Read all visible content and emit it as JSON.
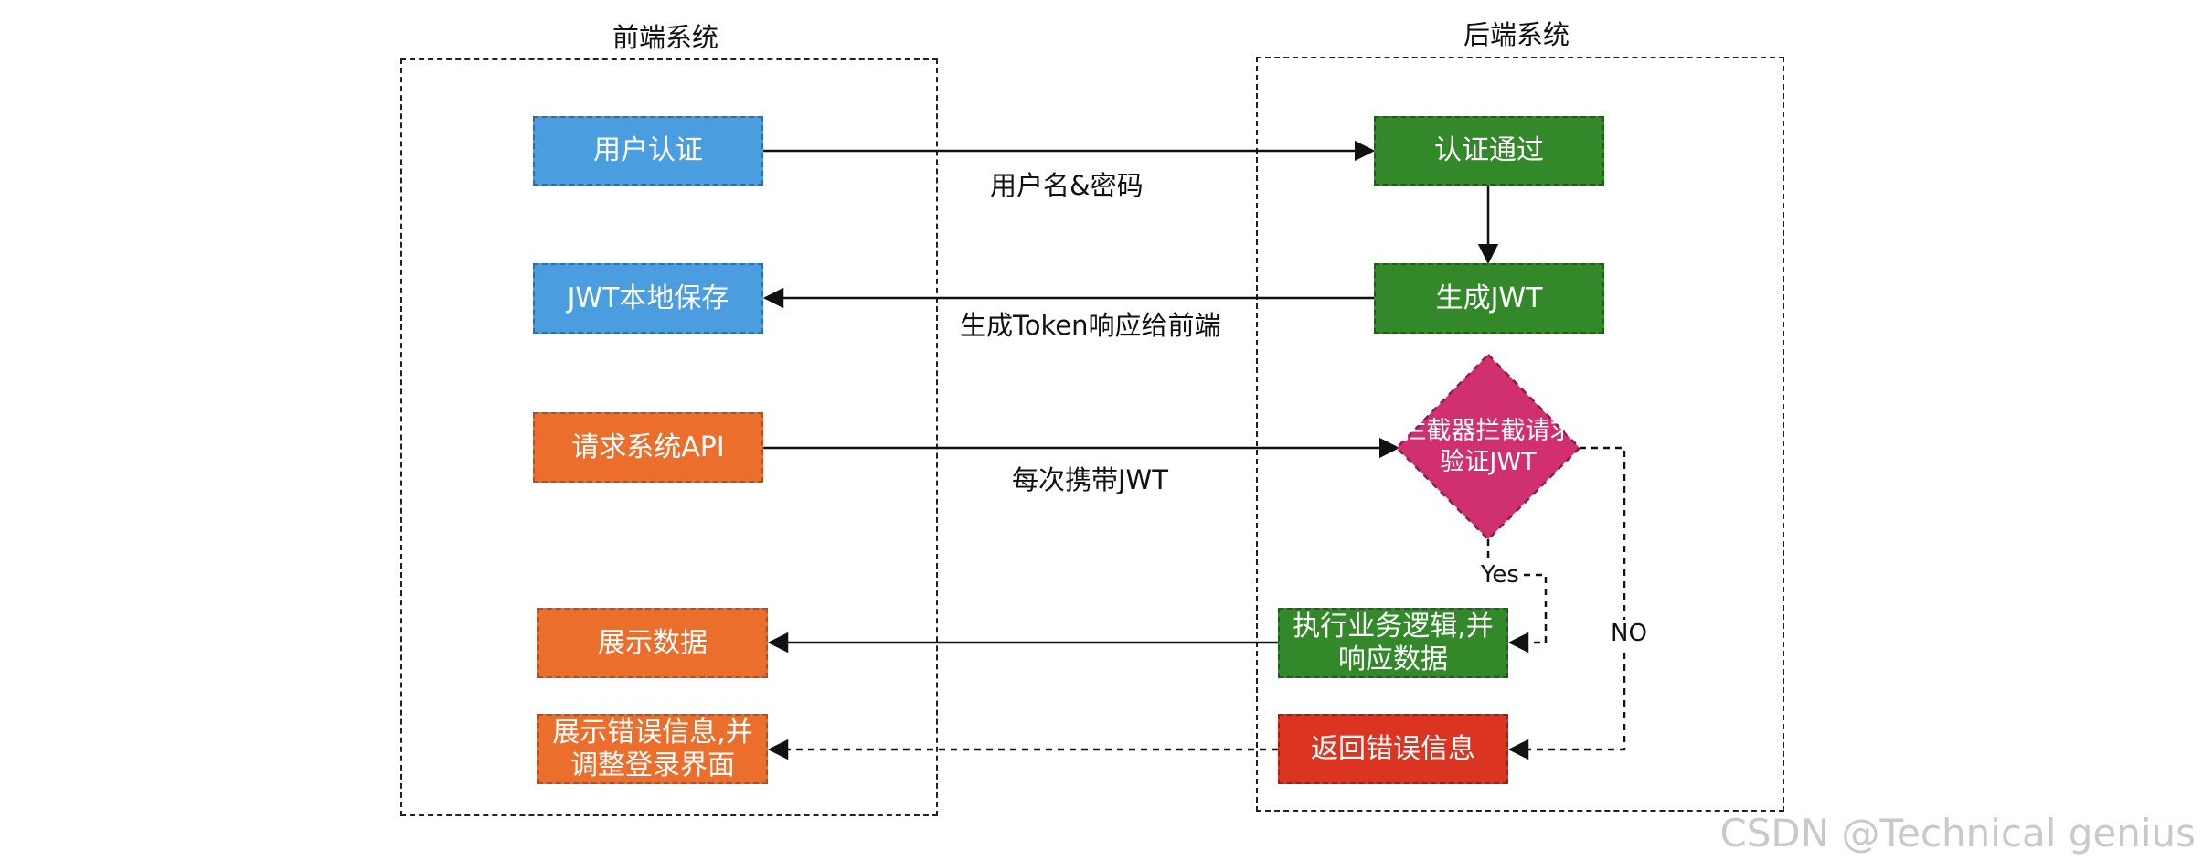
{
  "regions": {
    "frontend": "前端系统",
    "backend": "后端系统"
  },
  "nodes": {
    "user_auth": "用户认证",
    "jwt_save": "JWT本地保存",
    "request_api": "请求系统API",
    "show_data": "展示数据",
    "show_error": "展示错误信息,并\n调整登录界面",
    "auth_pass": "认证通过",
    "gen_jwt": "生成JWT",
    "interceptor": "拦截器拦截请求\n验证JWT",
    "exec_logic": "执行业务逻辑,并\n响应数据",
    "return_error": "返回错误信息"
  },
  "edge_labels": {
    "credentials": "用户名&密码",
    "token_response": "生成Token响应给前端",
    "carry_jwt": "每次携带JWT",
    "yes": "Yes",
    "no": "NO"
  },
  "watermark": "CSDN @Technical genius",
  "colors": {
    "frontend_blue": "#4a9ee0",
    "frontend_orange": "#ec6e2d",
    "backend_green": "#33892a",
    "decision_magenta": "#d1306e",
    "error_red": "#db3421"
  }
}
